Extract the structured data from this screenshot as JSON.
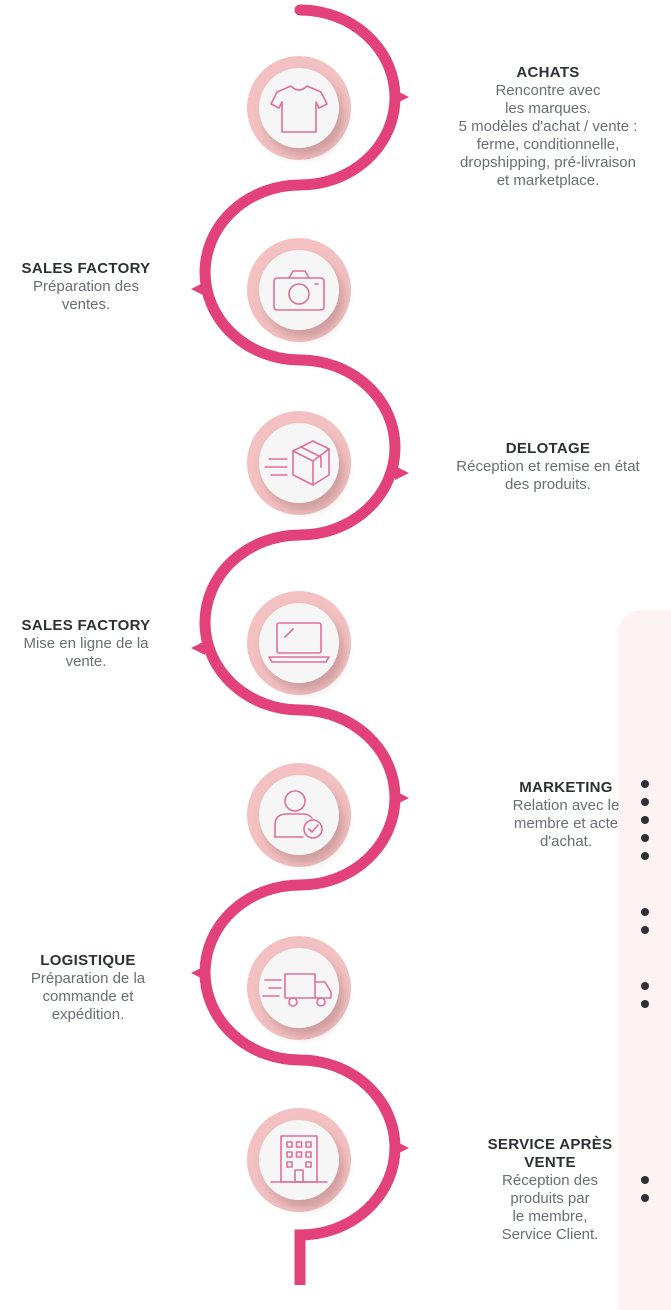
{
  "colors": {
    "track": "#e2417a",
    "halo": "#f3c1c1",
    "disc": "#f6f6f6",
    "icon": "#e06f9b",
    "text": "#6a6e73",
    "title": "#2d3035"
  },
  "steps": [
    {
      "title": "ACHATS",
      "desc": "Rencontre avec\nles marques.\n5 modèles d'achat / vente :\nferme, conditionnelle,\ndropshipping, pré-livraison\net marketplace.",
      "icon": "tshirt-icon"
    },
    {
      "title": "SALES FACTORY",
      "desc": "Préparation des\nventes.",
      "icon": "camera-icon"
    },
    {
      "title": "DELOTAGE",
      "desc": "Réception et remise en état\ndes produits.",
      "icon": "box-icon"
    },
    {
      "title": "SALES FACTORY",
      "desc": "Mise en ligne de la\nvente.",
      "icon": "laptop-icon"
    },
    {
      "title": "MARKETING",
      "desc": "Relation avec le\nmembre et acte\nd'achat.",
      "icon": "user-check-icon"
    },
    {
      "title": "LOGISTIQUE",
      "desc": "Préparation de la\ncommande et\nexpédition.",
      "icon": "truck-icon"
    },
    {
      "title": "SERVICE APRÈS\nVENTE",
      "desc": "Réception des\nproduits par\nle membre,\nService Client.",
      "icon": "building-icon"
    }
  ]
}
